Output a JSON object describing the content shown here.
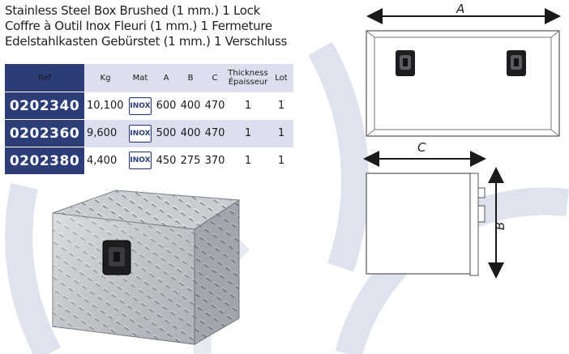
{
  "title_lines": [
    "Stainless Steel Box Brushed (1 mm.) 1 Lock",
    "Coffre à Outil Inox Fleuri (1 mm.) 1 Fermeture",
    "Edelstahlkasten Gebürstet (1 mm.) 1 Verschluss"
  ],
  "table": {
    "headers": {
      "ref": "Ref",
      "kg": "Kg",
      "mat": "Mat",
      "a": "A",
      "b": "B",
      "c": "C",
      "thickness_en": "Thickness",
      "thickness_fr": "Épaisseur",
      "lot": "Lot"
    },
    "rows": [
      {
        "ref": "0202340",
        "kg": "10,100",
        "mat": "INOX",
        "a": "600",
        "b": "400",
        "c": "470",
        "thickness": "1",
        "lot": "1"
      },
      {
        "ref": "0202360",
        "kg": "9,600",
        "mat": "INOX",
        "a": "500",
        "b": "400",
        "c": "470",
        "thickness": "1",
        "lot": "1"
      },
      {
        "ref": "0202380",
        "kg": "4,400",
        "mat": "INOX",
        "a": "450",
        "b": "275",
        "c": "370",
        "thickness": "1",
        "lot": "1"
      }
    ]
  },
  "diagram": {
    "label_a": "A",
    "label_b": "B",
    "label_c": "C"
  },
  "colors": {
    "brand_navy": "#2d3d78",
    "row_shade": "#dcdfee",
    "watermark_arc": "#d9dcec"
  }
}
